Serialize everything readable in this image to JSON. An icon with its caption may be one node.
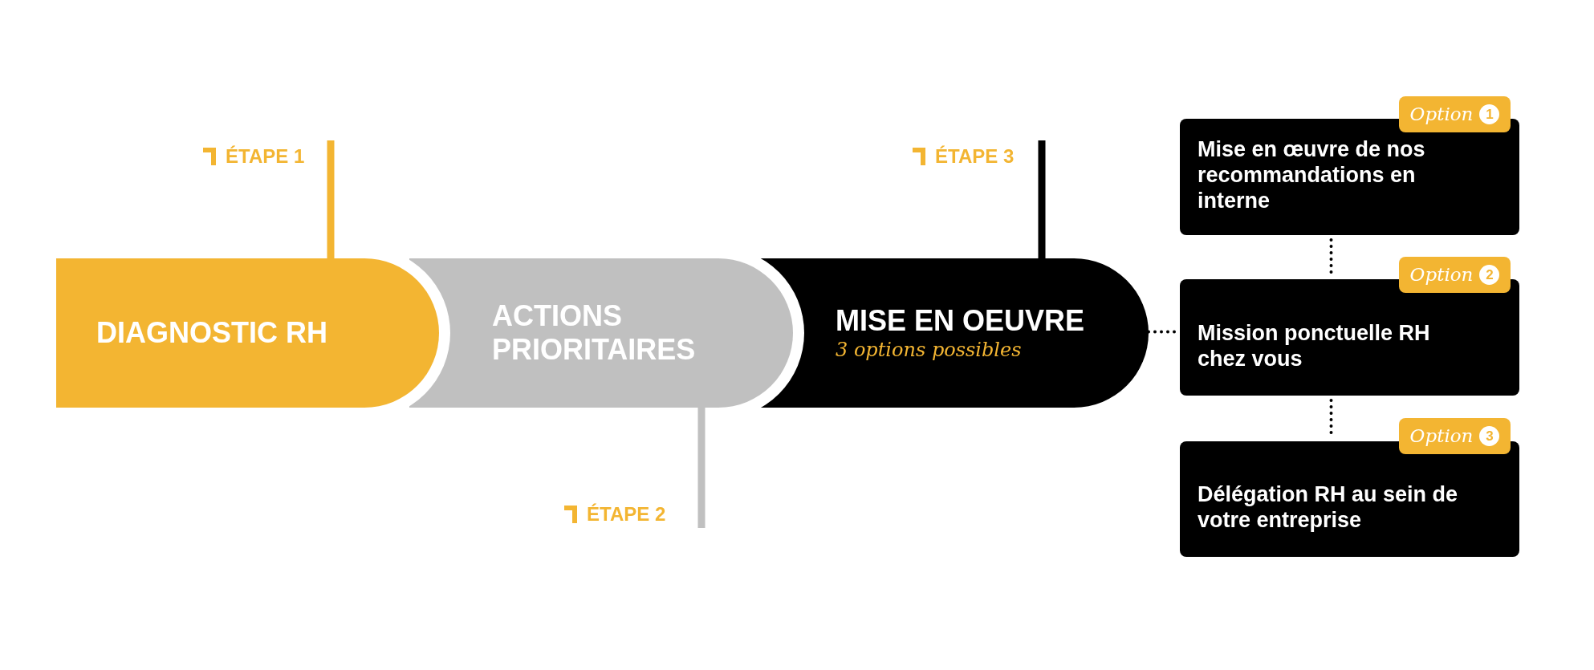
{
  "diagram": {
    "nodes": [
      {
        "text": [
          "ÉTAPE 1"
        ]
      },
      {
        "text": [
          "DIAGNOSTIC RH"
        ]
      },
      {
        "text": [
          "ACTIONS PRIORITAIRES"
        ]
      },
      {
        "text": [
          "MISE EN OEUVRE",
          "3 options possibles"
        ]
      },
      {
        "text": [
          "ÉTAPE 2"
        ]
      },
      {
        "text": [
          "ÉTAPE 3"
        ]
      },
      {
        "text": [
          "Option",
          "1"
        ]
      },
      {
        "text": [
          "Mise en œuvre de nos recommandations en interne"
        ]
      },
      {
        "text": [
          "Option",
          "2"
        ]
      },
      {
        "text": [
          "Mission ponctuelle RH chez vous"
        ]
      },
      {
        "text": [
          "Option",
          "3"
        ]
      },
      {
        "text": [
          "Délégation RH au sein de votre entreprise"
        ]
      }
    ],
    "edges": [
      {
        "from": 0,
        "to": 1,
        "arrow": "none",
        "style": "thick",
        "color": "#f3b532"
      },
      {
        "from": 4,
        "to": 2,
        "arrow": "none",
        "style": "thick",
        "color": "#c0c0c0"
      },
      {
        "from": 5,
        "to": 3,
        "arrow": "none",
        "style": "thick",
        "color": "#000000"
      },
      {
        "from": 3,
        "to": 9,
        "arrow": "none",
        "style": "dashed"
      },
      {
        "from": 7,
        "to": 9,
        "arrow": "none",
        "style": "dashed"
      },
      {
        "from": 9,
        "to": 11,
        "arrow": "none",
        "style": "dashed"
      }
    ]
  }
}
